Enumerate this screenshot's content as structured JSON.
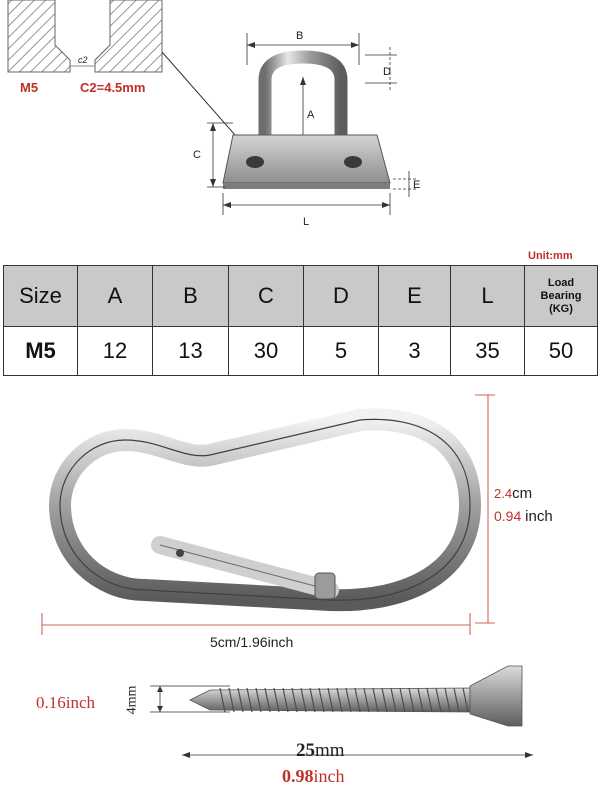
{
  "diagram": {
    "thread_size": "M5",
    "hole_spec": "C2=4.5mm",
    "hole_label": "c2",
    "dim_labels": {
      "a": "A",
      "b": "B",
      "c": "C",
      "d": "D",
      "e": "E",
      "l": "L"
    }
  },
  "table": {
    "unit": "Unit:mm",
    "headers": [
      "Size",
      "A",
      "B",
      "C",
      "D",
      "E",
      "L"
    ],
    "load_header": [
      "Load",
      "Bearing",
      "(KG)"
    ],
    "row": [
      "M5",
      "12",
      "13",
      "30",
      "5",
      "3",
      "35",
      "50"
    ]
  },
  "carabiner": {
    "height_cm": "2.4",
    "height_cm_unit": "cm",
    "height_in": "0.94",
    "height_in_unit": "inch",
    "length_label": "5cm/1.96inch"
  },
  "screw": {
    "diameter_in": "0.16inch",
    "diameter_mm": "4mm",
    "length_mm": "25",
    "length_mm_unit": "mm",
    "length_in": "0.98",
    "length_in_unit": "inch"
  },
  "colors": {
    "accent": "#c0302a",
    "header_bg": "#c9c9c9",
    "metal": "#a8a8a8"
  }
}
